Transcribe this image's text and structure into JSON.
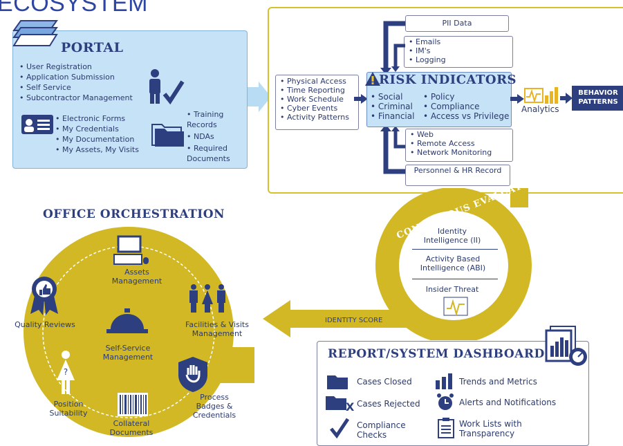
{
  "header": {
    "title": "ECOSYSTEM"
  },
  "portal": {
    "title": "PORTAL",
    "items_top": [
      "User Registration",
      "Application Submission",
      "Self Service",
      "Subcontractor Management"
    ],
    "items_mid": [
      "Electronic Forms",
      "My Credentials",
      "My Documentation",
      "My Assets, My Visits"
    ],
    "items_right": [
      "Training Records",
      "NDAs",
      "Required Documents"
    ]
  },
  "sources_left": [
    "Physical Access",
    "Time Reporting",
    "Work Schedule",
    "Cyber Events",
    "Activity Patterns"
  ],
  "pii": "PII Data",
  "comms": [
    "Emails",
    "IM's",
    "Logging"
  ],
  "network": [
    "Web",
    "Remote Access",
    "Network Monitoring"
  ],
  "personnel": "Personnel & HR Record",
  "risk": {
    "title": "RISK INDICATORS",
    "col1": [
      "Social",
      "Criminal",
      "Financial"
    ],
    "col2": [
      "Policy",
      "Compliance",
      "Access vs Privilege"
    ]
  },
  "analytics": "Analytics",
  "behavior": "BEHAVIOR PATTERNS",
  "continuous": {
    "title": "CONTINUOUS EVALUATION",
    "items": [
      "Identity Intelligence (II)",
      "Activity Based Intelligence (ABI)",
      "Insider Threat"
    ],
    "identity_score": "IDENTITY SCORE"
  },
  "office": {
    "title": "OFFICE ORCHESTRATION",
    "assets": "Assets Management",
    "quality": "Quality Reviews",
    "facilities": "Facilities & Visits Management",
    "selfservice": "Self-Service Management",
    "position": "Position Suitability",
    "collateral": "Collateral Documents",
    "badges": "Process Badges & Credentials"
  },
  "dashboard": {
    "title": "REPORT/SYSTEM DASHBOARD",
    "left": [
      "Cases Closed",
      "Cases Rejected",
      "Compliance Checks"
    ],
    "right": [
      "Trends and Metrics",
      "Alerts and Notifications",
      "Work Lists with Transparency"
    ]
  },
  "colors": {
    "navy": "#2d3f7f",
    "gold": "#d1b824",
    "lightblue": "#c6e2f6"
  }
}
